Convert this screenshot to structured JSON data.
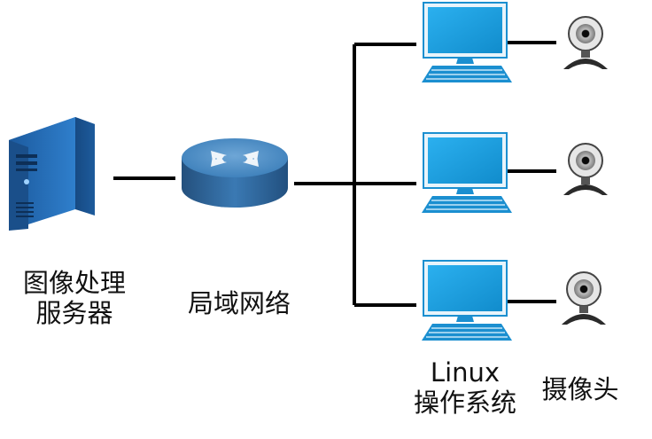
{
  "nodes": {
    "server": {
      "label_line1": "图像处理",
      "label_line2": "服务器",
      "icon": "server-tower-icon"
    },
    "router": {
      "label": "局域网络",
      "icon": "router-icon"
    },
    "clients": {
      "label_line1": "Linux",
      "label_line2": "操作系统",
      "icon": "computer-monitor-icon",
      "count": 3
    },
    "cameras": {
      "label": "摄像头",
      "icon": "webcam-icon",
      "count": 3
    }
  },
  "edges": [
    {
      "from": "server",
      "to": "router"
    },
    {
      "from": "router",
      "to": "computer-1"
    },
    {
      "from": "router",
      "to": "computer-2"
    },
    {
      "from": "router",
      "to": "computer-3"
    },
    {
      "from": "computer-1",
      "to": "camera-1"
    },
    {
      "from": "computer-2",
      "to": "camera-2"
    },
    {
      "from": "computer-3",
      "to": "camera-3"
    }
  ],
  "colors": {
    "line": "#000000",
    "server_body": "#1f5fa8",
    "router_body": "#2d6fa8",
    "monitor_screen": "#1ea0e0",
    "keyboard": "#1b8fd0",
    "camera_body": "#2b2b2b",
    "camera_lens": "#a9a9a9"
  }
}
